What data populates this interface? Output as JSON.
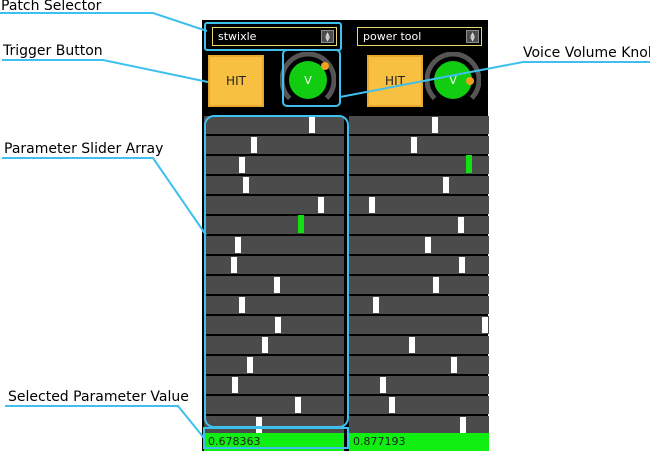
{
  "channels": [
    {
      "patch": "stwixle",
      "hit_label": "HIT",
      "knob_label": "V",
      "sliders": [
        0.78,
        0.35,
        0.26,
        0.29,
        0.85,
        0.7,
        0.23,
        0.2,
        0.52,
        0.26,
        0.53,
        0.43,
        0.32,
        0.21,
        0.68,
        0.39
      ],
      "selected_index": 5,
      "value": "0.678363"
    },
    {
      "patch": "power tool",
      "hit_label": "HIT",
      "knob_label": "V",
      "sliders": [
        0.62,
        0.46,
        0.87,
        0.7,
        0.15,
        0.81,
        0.57,
        0.82,
        0.63,
        0.18,
        0.99,
        0.45,
        0.76,
        0.23,
        0.3,
        0.83
      ],
      "selected_index": 2,
      "value": "0.877193"
    }
  ],
  "annotations": {
    "patch_selector": "Patch Selector",
    "trigger_button": "Trigger Button",
    "voice_volume_knob": "Voice Volume Knob",
    "parameter_slider_array": "Parameter Slider Array",
    "selected_parameter_value": "Selected Parameter Value"
  },
  "colors": {
    "highlight": "#3ec0ee",
    "slider_selected": "#11e011",
    "hit_button": "#f7c040",
    "knob_green": "#11cc11",
    "knob_dot": "#f0a020"
  }
}
